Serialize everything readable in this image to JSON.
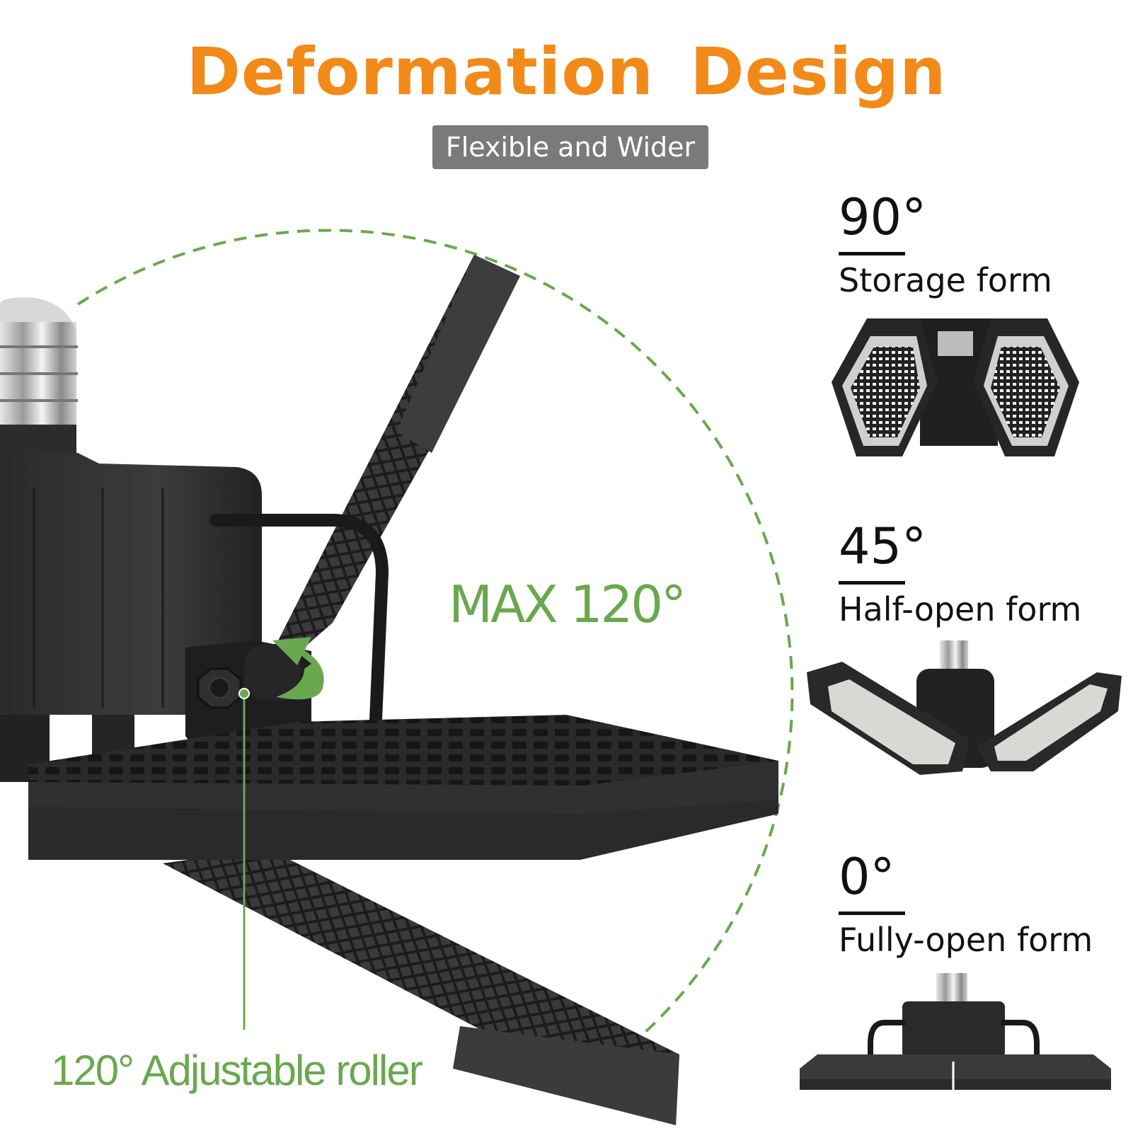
{
  "header": {
    "title": "Deformation  Design",
    "badge": "Flexible and Wider"
  },
  "colors": {
    "title_orange": "#f28a1a",
    "badge_gray": "#7a7a7a",
    "accent_green": "#6aa84f",
    "product_black": "#2b2b2d"
  },
  "main_image": {
    "max_label": "MAX 120°",
    "roller_label": "120° Adjustable roller"
  },
  "forms": [
    {
      "angle": "90°",
      "name": "Storage form"
    },
    {
      "angle": "45°",
      "name": "Half-open form"
    },
    {
      "angle": "0°",
      "name": "Fully-open form"
    }
  ]
}
